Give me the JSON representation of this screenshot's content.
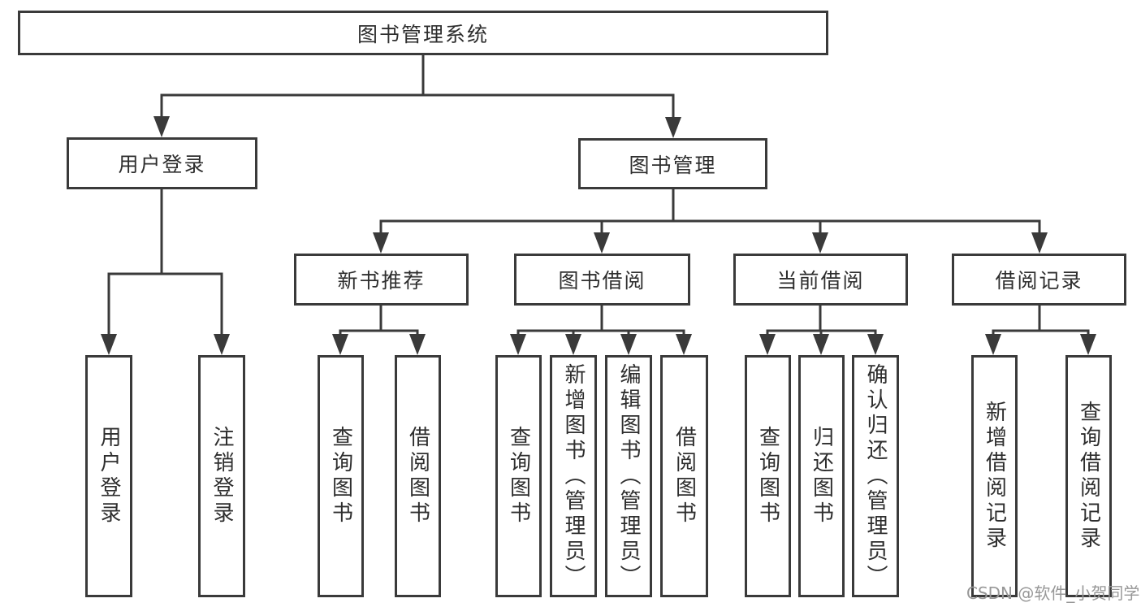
{
  "diagram": {
    "root": {
      "label": "图书管理系统"
    },
    "branches": [
      {
        "label": "用户登录",
        "children": [
          {
            "label": "用户登录"
          },
          {
            "label": "注销登录"
          }
        ]
      },
      {
        "label": "图书管理",
        "modules": [
          {
            "label": "新书推荐",
            "children": [
              {
                "label": "查询图书"
              },
              {
                "label": "借阅图书"
              }
            ]
          },
          {
            "label": "图书借阅",
            "children": [
              {
                "label": "查询图书"
              },
              {
                "label": "新增图书（管理员）"
              },
              {
                "label": "编辑图书（管理员）"
              },
              {
                "label": "借阅图书"
              }
            ]
          },
          {
            "label": "当前借阅",
            "children": [
              {
                "label": "查询图书"
              },
              {
                "label": "归还图书"
              },
              {
                "label": "确认归还（管理员）"
              }
            ]
          },
          {
            "label": "借阅记录",
            "children": [
              {
                "label": "新增借阅记录"
              },
              {
                "label": "查询借阅记录"
              }
            ]
          }
        ]
      }
    ]
  },
  "watermark": {
    "text": "CSDN @软件_小贺同学"
  },
  "colors": {
    "line": "#3a3a3a",
    "text": "#2e2e2e",
    "background": "#ffffff",
    "watermark": "#979797"
  }
}
